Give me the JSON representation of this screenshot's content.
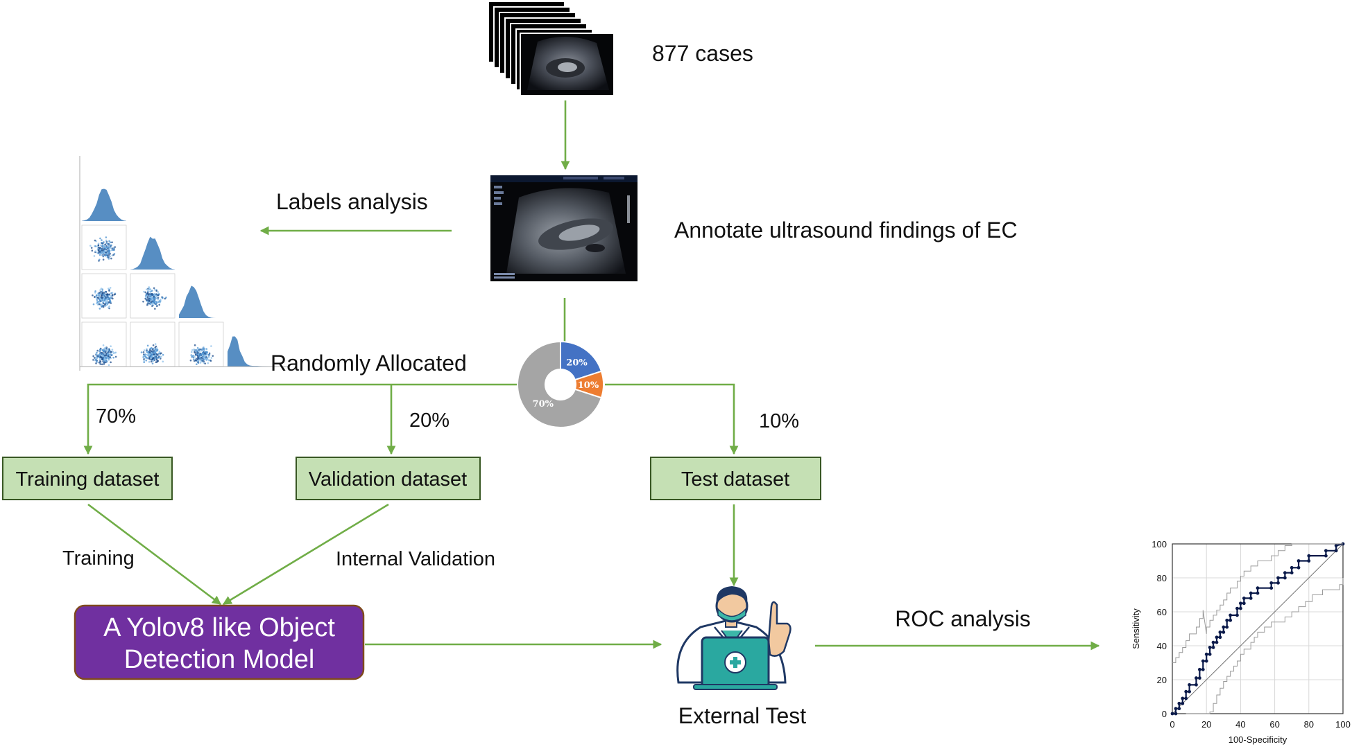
{
  "nodes": {
    "cases": "877 cases",
    "annotate": "Annotate ultrasound findings of EC",
    "labels_analysis": "Labels analysis",
    "randomly_allocated": "Randomly Allocated",
    "training_dataset": "Training dataset",
    "validation_dataset": "Validation dataset",
    "test_dataset": "Test dataset",
    "model_line1": "A Yolov8 like Object",
    "model_line2": "Detection Model",
    "external_test": "External Test",
    "roc_analysis": "ROC analysis"
  },
  "edges": {
    "pct_train": "70%",
    "pct_val": "20%",
    "pct_test": "10%",
    "training": "Training",
    "internal_validation": "Internal Validation"
  },
  "pie": {
    "slices": [
      {
        "label": "20%",
        "value": 20,
        "color": "#4472c4"
      },
      {
        "label": "10%",
        "value": 10,
        "color": "#ed7d31"
      },
      {
        "label": "70%",
        "value": 70,
        "color": "#a5a5a5"
      }
    ]
  },
  "roc": {
    "x_label": "100-Specificity",
    "y_label": "Sensitivity",
    "ticks": [
      "0",
      "20",
      "40",
      "60",
      "80",
      "100"
    ]
  },
  "colors": {
    "arrow": "#70ad47",
    "box_fill": "#c5e0b4",
    "box_stroke": "#385723",
    "model_fill": "#7030a0",
    "model_stroke": "#7f4a1e",
    "roc_curve": "#0b1a4a"
  },
  "icons": [
    "ultrasound-stack-image",
    "ultrasound-annotated-image",
    "labels-correlogram-image",
    "doctor-laptop-icon",
    "roc-curve-image"
  ]
}
